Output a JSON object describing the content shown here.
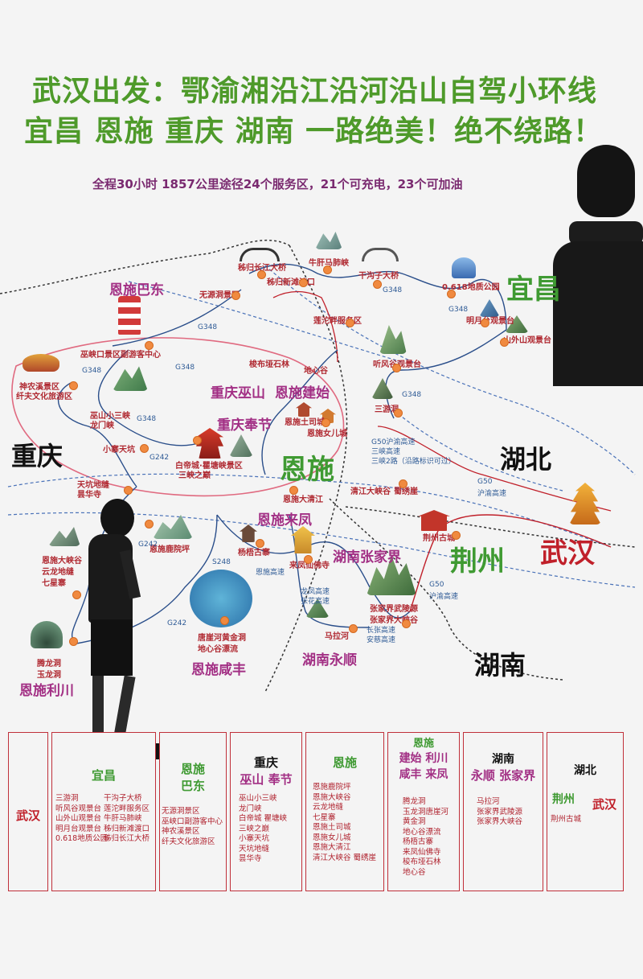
{
  "title_line1": "武汉出发：鄂渝湘沿江沿河沿山自驾小环线",
  "title_line2": "宜昌 恩施 重庆 湖南 一路绝美！绝不绕路！",
  "subtitle": "全程30小时 1857公里途径24个服务区，21个可充电，23个可加油",
  "provinces": {
    "chongqing": "重庆",
    "hubei": "湖北",
    "hunan": "湖南"
  },
  "cities": {
    "yichang": "宜昌",
    "enshi": "恩施",
    "wuhan": "武汉",
    "jingzhou": "荆州",
    "enshi_badong": "恩施巴东",
    "chongqing_wushan": "重庆巫山",
    "enshi_jianshi": "恩施建始",
    "chongqing_fengjie": "重庆奉节",
    "enshi_laifeng": "恩施来凤",
    "hunan_zhangjiajie": "湖南张家界",
    "enshi_xianfeng": "恩施咸丰",
    "hunan_yongshun": "湖南永顺",
    "enshi_lichuan": "恩施利川"
  },
  "spots": {
    "zigui_bridge": "秭归长江大桥",
    "niuganmafei": "牛肝马肺峡",
    "zigui_ferry": "秭归新滩渡口",
    "ganggouzi_bridge": "干沟子大桥",
    "wuyuan_cave": "无源洞景区",
    "lianhutan": "莲沱畔服务区",
    "geo_park": "0.618地质公园",
    "mingyuetai": "明月台观景台",
    "shanwai_platform": "山外山观景台",
    "wuxiakou": "巫峡口景区副游客中心",
    "tingfenggu": "听风谷观景台",
    "sanyoudong": "三游洞",
    "shennongxi": "神农溪景区",
    "qianfu": "纤夫文化旅游区",
    "yuntai_stone": "梭布垭石林",
    "dixingu": "地心谷",
    "wushan_xiaosanxia": "巫山小三峡",
    "longmen_gorge": "龙门峡",
    "enshi_tusi": "恩施土司城",
    "enshi_wenchang": "恩施女儿城",
    "xiaozhai_tiankeng": "小寨天坑",
    "baidicheng": "白帝城·瞿塘峡景区",
    "sanxia_ding": "三峡之巅",
    "tiankeng_difeng": "天坑地缝",
    "yuhua_temple": "昙华寺",
    "enshi_daqingjiang": "恩施大清江",
    "qingjiang_gorge": "清江大峡谷",
    "zhuojing_rock": "蜀绣崖",
    "jingzhou_old": "荆州古城",
    "enshi_lulupu": "恩施鹿院坪",
    "dwelling_ancient": "杨梧古寨",
    "laifeng_temple": "来凤仙佛寺",
    "enshi_canyon": "恩施大峡谷",
    "yunlong_ditch": "云龙地缝",
    "qixingzhai": "七星寨",
    "zhangjiajie_wuling": "张家界武陵源",
    "zhangjiajie_canyon": "张家界大峡谷",
    "tanghe_cave": "唐崖河黄金洞",
    "dixingu_rafting": "地心谷漂流",
    "malahe": "马拉河",
    "tenglong_cave": "腾龙洞",
    "yulong_cave": "玉龙洞"
  },
  "roads": {
    "g348": "G348",
    "g242": "G242",
    "s248": "S248",
    "g50": "G50",
    "g50_hurong": "G50沪渝高速",
    "sanxia_exp": "三峡高速",
    "sanxia_exp2": "三峡2路（沿路标识可过）",
    "g50_hurong2": "沪渝高速",
    "longfeng_exp": "恩施高速",
    "longfeng": "龙凤高速",
    "zhangshou_exp": "张花高速",
    "g50b": "G50",
    "g50b_lbl": "沪渝高速",
    "g5515": "长张高速",
    "an_exp": "安慈高速"
  },
  "table": {
    "col1": {
      "header": "武汉"
    },
    "col2": {
      "header": "宜昌",
      "items": [
        "三游洞",
        "听风谷观景台",
        "山外山观景台",
        "明月台观景台",
        "0.618地质公园"
      ],
      "items2": [
        "干沟子大桥",
        "莲沱畔服务区",
        "牛肝马肺峡",
        "秭归新滩渡口",
        "秭归长江大桥"
      ]
    },
    "col3": {
      "header_a": "恩施",
      "header_b": "巴东",
      "items": [
        "无源洞景区",
        "巫峡口副游客中心",
        "神农溪景区",
        "纤夫文化旅游区"
      ]
    },
    "col4": {
      "header_a": "重庆",
      "header_b": "巫山  奉节",
      "items": [
        "巫山小三峡",
        "龙门峡",
        "白帝城 瞿塘峡",
        "三峡之巅",
        "小寨天坑",
        "天坑地缝",
        "昙华寺"
      ]
    },
    "col5": {
      "header": "恩施",
      "items": [
        "恩施鹿院坪",
        "恩施大峡谷",
        "云龙地缝",
        "七星寨",
        "恩施土司城",
        "恩施女儿城",
        "恩施大清江",
        "清江大峡谷  蜀绣崖"
      ]
    },
    "col6": {
      "header_a": "恩施",
      "header_b": "建始  利川",
      "header_c": "咸丰  来凤",
      "items": [
        "腾龙洞",
        "玉龙洞唐崖河",
        "黄金洞",
        "地心谷漂流",
        "杨梧古寨",
        "来凤仙佛寺",
        "梭布垭石林",
        "地心谷"
      ]
    },
    "col7": {
      "header_a": "湖南",
      "header_b": "永顺  张家界",
      "items": [
        "马拉河",
        "张家界武陵源",
        "张家界大峡谷"
      ]
    },
    "col8": {
      "header_a": "湖北",
      "header_b": "荆州",
      "header_c": "武汉",
      "items": [
        "荆州古城"
      ]
    }
  },
  "colors": {
    "title_green": "#4e9a2a",
    "label_red": "#b02a32",
    "city_purple": "#a22f84",
    "road_blue": "#2f5b96"
  }
}
